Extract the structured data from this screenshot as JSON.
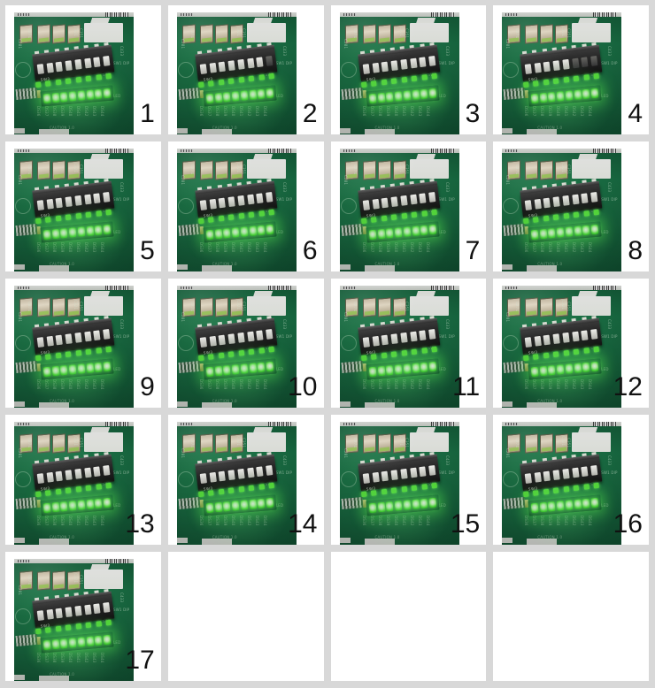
{
  "page": {
    "title": "PCB LED Bar Image Grid",
    "background_color": "#d8d8d8",
    "cell_background_color": "#ffffff",
    "grid_columns": 4,
    "grid_rows": 5,
    "total_cells": 20,
    "filled_cells": 17
  },
  "labels": {
    "item_1": "1",
    "item_2": "2",
    "item_3": "3",
    "item_4": "4",
    "item_5": "5",
    "item_6": "6",
    "item_7": "7",
    "item_8": "8",
    "item_9": "9",
    "item_10": "10",
    "item_11": "11",
    "item_12": "12",
    "item_13": "13",
    "item_14": "14",
    "item_15": "15",
    "item_16": "16",
    "item_17": "17"
  },
  "photo": {
    "subject": "printed-circuit-board-with-dip-switch-and-green-led-bar",
    "board_color": "#186840",
    "led_color": "#49e532",
    "dip_body_color": "#141414",
    "silkscreen": {
      "dip_ref": "SW3",
      "dip_note": "SW1 DIP",
      "led_note": "LED",
      "cap_refs": [
        "C274",
        "C281",
        "C321",
        "C351",
        "C433"
      ],
      "led_refs": [
        "DS36",
        "DS37",
        "DS38",
        "DS39",
        "DS40",
        "DS41",
        "DS42",
        "DS43",
        "DS44"
      ],
      "footer_text": "CAUTION 1.0"
    },
    "dip_switch_count": 8,
    "led_count": 8
  },
  "cells": [
    {
      "index": "1",
      "filled": true,
      "dip_on": [
        1,
        1,
        1,
        1,
        1,
        1,
        1,
        1
      ],
      "leds_on": [
        1,
        1,
        1,
        1,
        1,
        1,
        1,
        1
      ]
    },
    {
      "index": "2",
      "filled": true,
      "dip_on": [
        1,
        1,
        1,
        1,
        1,
        1,
        1,
        0
      ],
      "leds_on": [
        1,
        1,
        1,
        1,
        1,
        1,
        1,
        1
      ]
    },
    {
      "index": "3",
      "filled": true,
      "dip_on": [
        1,
        1,
        1,
        1,
        1,
        1,
        1,
        1
      ],
      "leds_on": [
        1,
        1,
        1,
        1,
        1,
        1,
        1,
        1
      ]
    },
    {
      "index": "4",
      "filled": true,
      "dip_on": [
        1,
        1,
        1,
        1,
        1,
        0,
        0,
        0
      ],
      "leds_on": [
        1,
        1,
        1,
        1,
        1,
        1,
        1,
        1
      ]
    },
    {
      "index": "5",
      "filled": true,
      "dip_on": [
        1,
        1,
        1,
        1,
        1,
        1,
        1,
        1
      ],
      "leds_on": [
        1,
        1,
        1,
        1,
        1,
        1,
        1,
        1
      ]
    },
    {
      "index": "6",
      "filled": true,
      "dip_on": [
        1,
        1,
        1,
        1,
        1,
        1,
        1,
        1
      ],
      "leds_on": [
        1,
        1,
        1,
        1,
        1,
        1,
        1,
        1
      ]
    },
    {
      "index": "7",
      "filled": true,
      "dip_on": [
        1,
        1,
        1,
        1,
        1,
        1,
        1,
        1
      ],
      "leds_on": [
        1,
        1,
        1,
        1,
        1,
        1,
        1,
        1
      ]
    },
    {
      "index": "8",
      "filled": true,
      "dip_on": [
        1,
        1,
        1,
        1,
        1,
        1,
        1,
        1
      ],
      "leds_on": [
        1,
        1,
        1,
        1,
        1,
        1,
        1,
        1
      ]
    },
    {
      "index": "9",
      "filled": true,
      "dip_on": [
        1,
        1,
        1,
        1,
        1,
        1,
        1,
        1
      ],
      "leds_on": [
        1,
        1,
        1,
        1,
        1,
        1,
        1,
        1
      ]
    },
    {
      "index": "10",
      "filled": true,
      "dip_on": [
        1,
        1,
        1,
        1,
        1,
        1,
        1,
        1
      ],
      "leds_on": [
        1,
        1,
        1,
        1,
        1,
        1,
        1,
        1
      ]
    },
    {
      "index": "11",
      "filled": true,
      "dip_on": [
        1,
        1,
        1,
        1,
        1,
        1,
        1,
        1
      ],
      "leds_on": [
        1,
        1,
        1,
        1,
        1,
        1,
        1,
        1
      ]
    },
    {
      "index": "12",
      "filled": true,
      "dip_on": [
        1,
        1,
        1,
        1,
        1,
        1,
        1,
        1
      ],
      "leds_on": [
        1,
        1,
        1,
        1,
        1,
        1,
        1,
        1
      ]
    },
    {
      "index": "13",
      "filled": true,
      "dip_on": [
        1,
        1,
        1,
        1,
        1,
        1,
        1,
        1
      ],
      "leds_on": [
        1,
        1,
        1,
        1,
        1,
        1,
        1,
        1
      ]
    },
    {
      "index": "14",
      "filled": true,
      "dip_on": [
        1,
        1,
        1,
        1,
        1,
        1,
        1,
        1
      ],
      "leds_on": [
        1,
        1,
        1,
        1,
        1,
        1,
        1,
        1
      ]
    },
    {
      "index": "15",
      "filled": true,
      "dip_on": [
        1,
        1,
        1,
        1,
        1,
        1,
        1,
        1
      ],
      "leds_on": [
        1,
        1,
        1,
        1,
        1,
        1,
        1,
        1
      ]
    },
    {
      "index": "16",
      "filled": true,
      "dip_on": [
        1,
        1,
        1,
        1,
        1,
        1,
        1,
        1
      ],
      "leds_on": [
        1,
        1,
        1,
        1,
        1,
        1,
        1,
        1
      ]
    },
    {
      "index": "17",
      "filled": true,
      "dip_on": [
        1,
        1,
        1,
        1,
        1,
        1,
        1,
        1
      ],
      "leds_on": [
        1,
        1,
        1,
        1,
        1,
        1,
        1,
        1
      ]
    },
    {
      "index": "",
      "filled": false,
      "dip_on": [],
      "leds_on": []
    },
    {
      "index": "",
      "filled": false,
      "dip_on": [],
      "leds_on": []
    },
    {
      "index": "",
      "filled": false,
      "dip_on": [],
      "leds_on": []
    }
  ]
}
